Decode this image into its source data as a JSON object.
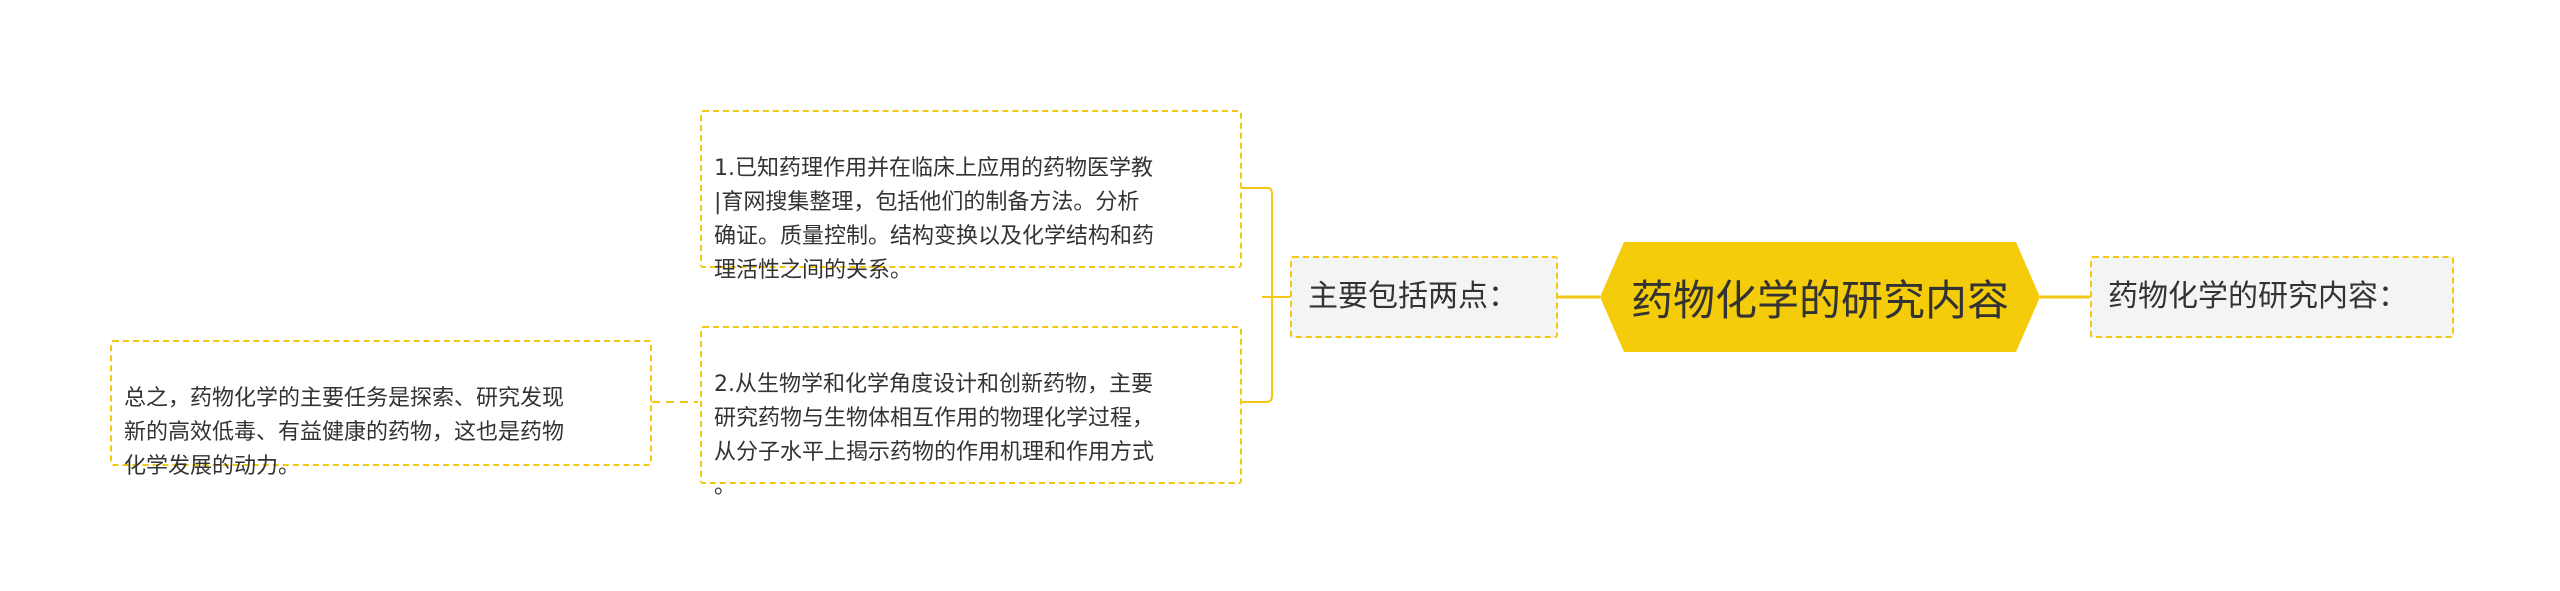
{
  "mindmap": {
    "root": {
      "label": "药物化学的研究内容"
    },
    "right_branch": {
      "label": "药物化学的研究内容："
    },
    "left_branch": {
      "label": "主要包括两点："
    },
    "point1": {
      "text": "1.已知药理作用并在临床上应用的药物医学教\n|育网搜集整理，包括他们的制备方法。分析\n确证。质量控制。结构变换以及化学结构和药\n理活性之间的关系。"
    },
    "point2": {
      "text": "2.从生物学和化学角度设计和创新药物，主要\n研究药物与生物体相互作用的物理化学过程，\n从分子水平上揭示药物的作用机理和作用方式\n。"
    },
    "summary": {
      "text": "总之，药物化学的主要任务是探索、研究发现\n新的高效低毒、有益健康的药物，这也是药物\n化学发展的动力。"
    }
  },
  "colors": {
    "accent": "#f5cc0a",
    "dashed_border": "#f2c811",
    "branch_fill": "#f3f5f5",
    "text": "#333333"
  }
}
